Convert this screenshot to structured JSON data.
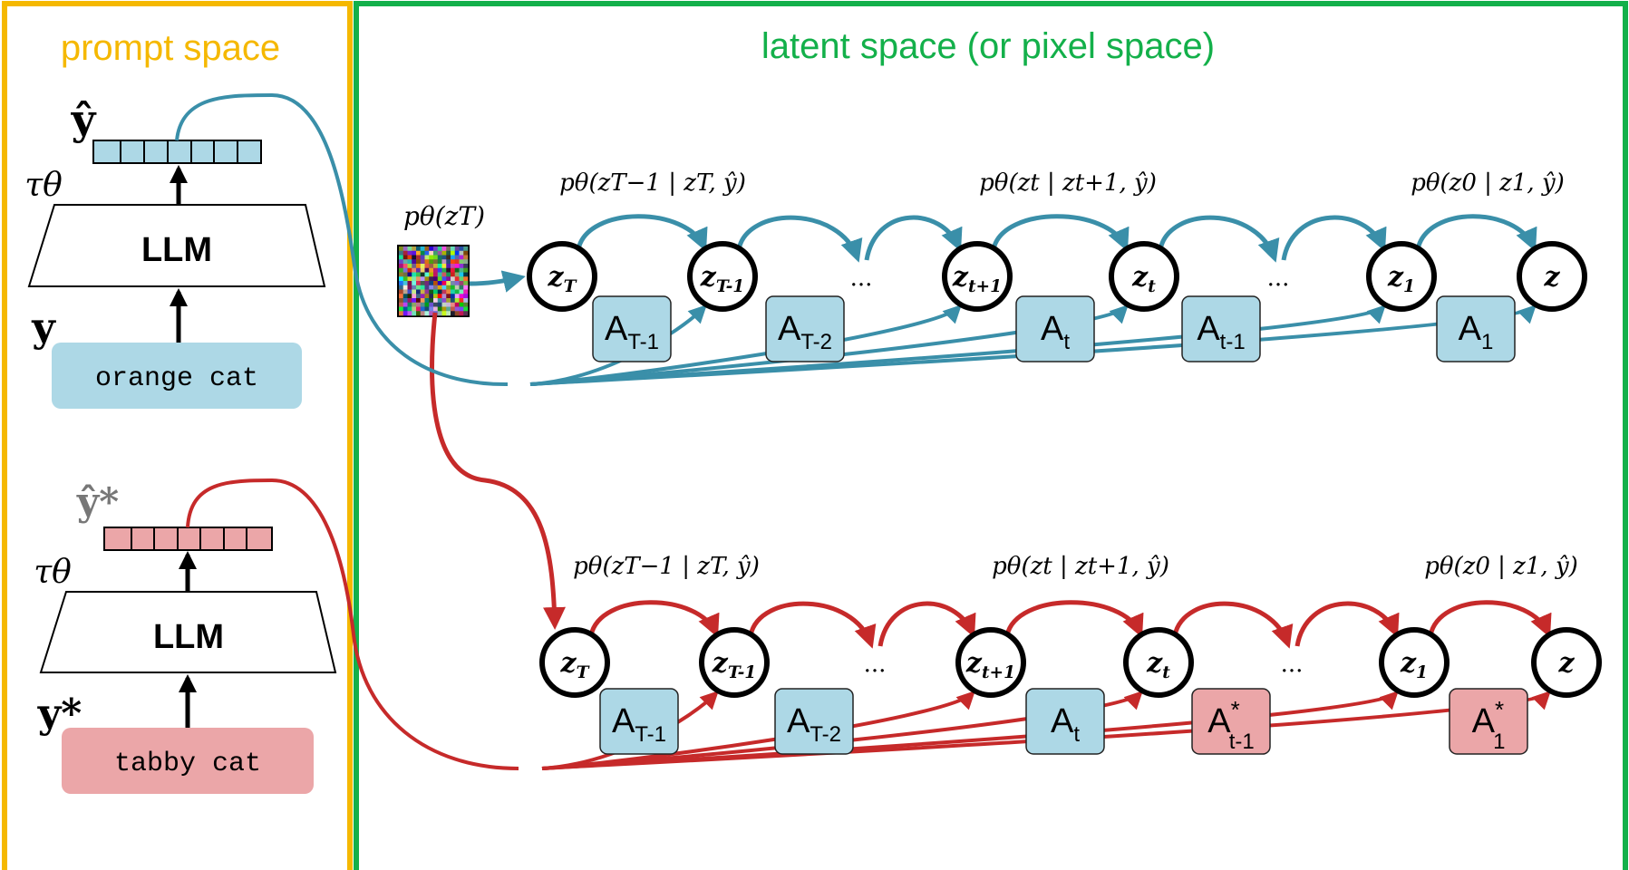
{
  "panels": {
    "prompt_title": "prompt space",
    "latent_title": "latent space (or pixel space)"
  },
  "colors": {
    "prompt_border": "#F5B800",
    "latent_border": "#13B04A",
    "teal": "#3A8FA9",
    "red": "#C62A2A",
    "box_blue": "#ADD8E6",
    "box_pink": "#EBA6A8"
  },
  "encoder_top": {
    "output_symbol": "ŷ",
    "tau": "τθ",
    "llm": "LLM",
    "input_symbol": "y",
    "prompt": "orange cat"
  },
  "encoder_bottom": {
    "output_symbol": "ŷ*",
    "tau": "τθ",
    "llm": "LLM",
    "input_symbol": "y*",
    "prompt": "tabby cat"
  },
  "noise_label": "pθ(zT)",
  "chain_top": {
    "formulas": [
      "pθ(zT−1 | zT, ŷ)",
      "pθ(zt | zt+1, ŷ)",
      "pθ(z0 | z1, ŷ)"
    ],
    "nodes": [
      "zT",
      "zT-1",
      "zt+1",
      "zt",
      "z1",
      "z"
    ],
    "ellipsis": "...",
    "attention": [
      "AT-1",
      "AT-2",
      "At",
      "At-1",
      "A1"
    ]
  },
  "chain_bottom": {
    "formulas": [
      "pθ(zT−1 | zT, ŷ)",
      "pθ(zt | zt+1, ŷ)",
      "pθ(z0 | z1, ŷ)"
    ],
    "nodes": [
      "zT",
      "zT-1",
      "zt+1",
      "zt",
      "z1",
      "z"
    ],
    "ellipsis": "...",
    "attention": [
      "AT-1",
      "AT-2",
      "At",
      "A*t-1",
      "A*1"
    ]
  }
}
